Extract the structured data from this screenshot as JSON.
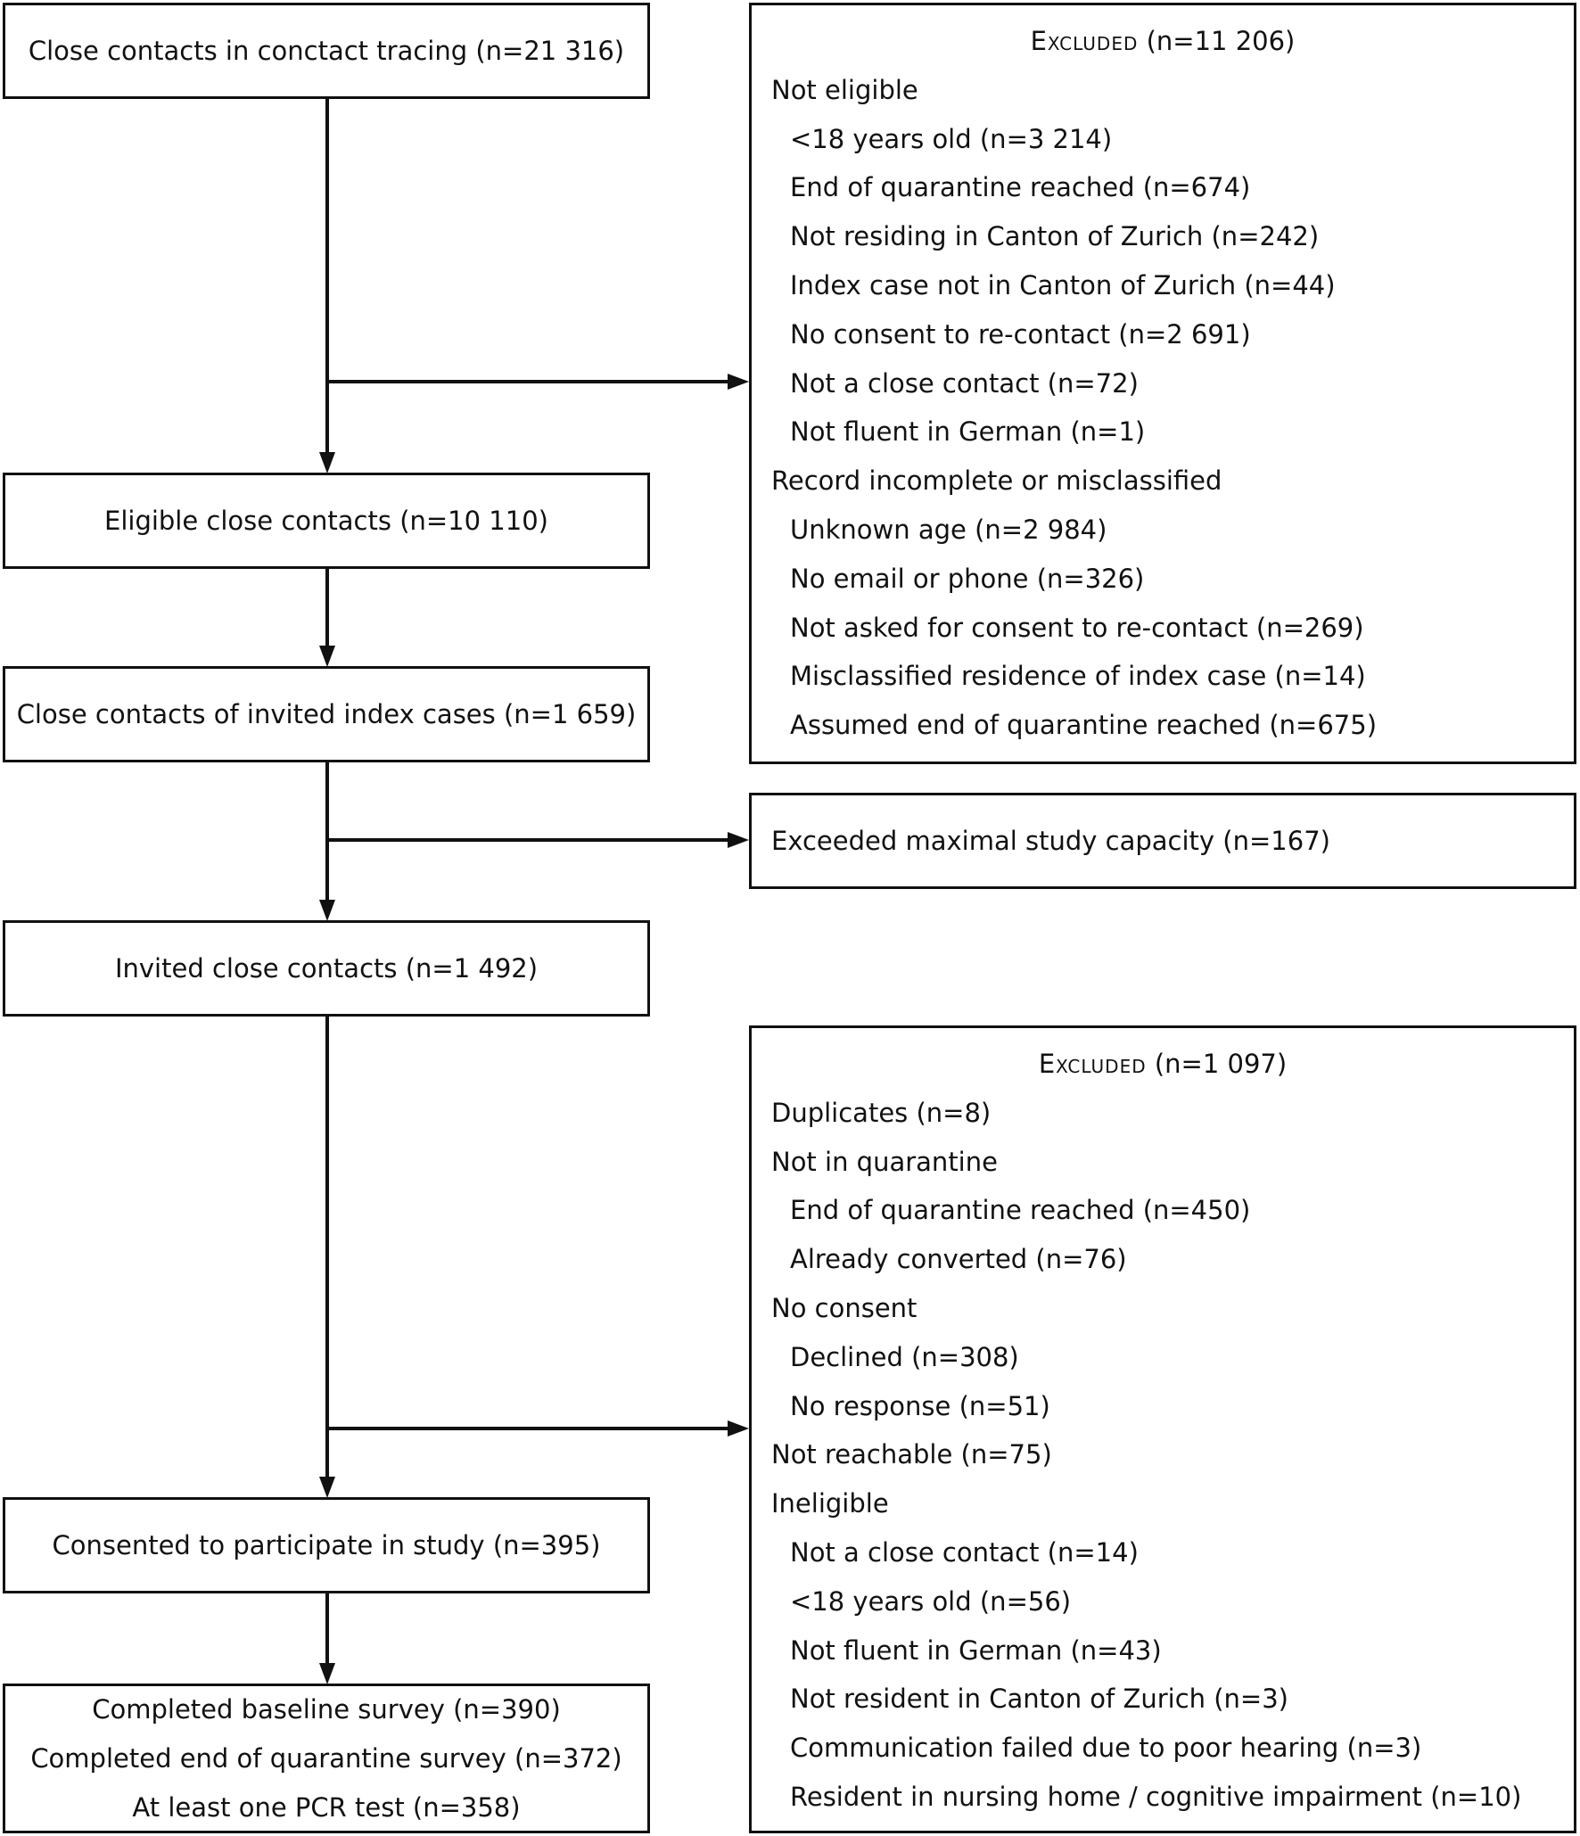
{
  "main": [
    {
      "lines": [
        "Close contacts in conctact tracing (n=21 316)"
      ]
    },
    {
      "lines": [
        "Eligible close contacts (n=10 110)"
      ]
    },
    {
      "lines": [
        "Close contacts of invited index cases (n=1 659)"
      ]
    },
    {
      "lines": [
        "Invited close contacts (n=1 492)"
      ]
    },
    {
      "lines": [
        "Consented to participate in study (n=395)"
      ]
    },
    {
      "lines": [
        "Completed baseline survey (n=390)",
        "Completed end of quarantine survey (n=372)",
        "At least one PCR test (n=358)"
      ]
    }
  ],
  "excluded1": {
    "title": "Excluded",
    "count": "(n=11 206)",
    "rows": [
      {
        "text": "Not eligible",
        "sub": false
      },
      {
        "text": "<18 years old (n=3 214)",
        "sub": true
      },
      {
        "text": "End of quarantine reached (n=674)",
        "sub": true
      },
      {
        "text": "Not residing in Canton of Zurich (n=242)",
        "sub": true
      },
      {
        "text": "Index case not in Canton of Zurich (n=44)",
        "sub": true
      },
      {
        "text": "No consent to re-contact (n=2 691)",
        "sub": true
      },
      {
        "text": "Not a close contact (n=72)",
        "sub": true
      },
      {
        "text": "Not fluent in German (n=1)",
        "sub": true
      },
      {
        "text": "Record incomplete or misclassified",
        "sub": false
      },
      {
        "text": "Unknown age (n=2 984)",
        "sub": true
      },
      {
        "text": "No email or phone (n=326)",
        "sub": true
      },
      {
        "text": "Not asked for consent to re-contact (n=269)",
        "sub": true
      },
      {
        "text": "Misclassified residence of index case (n=14)",
        "sub": true
      },
      {
        "text": "Assumed end of quarantine reached (n=675)",
        "sub": true
      }
    ]
  },
  "capacity": {
    "text": "Exceeded maximal study capacity (n=167)"
  },
  "excluded2": {
    "title": "Excluded",
    "count": "(n=1 097)",
    "rows": [
      {
        "text": "Duplicates (n=8)",
        "sub": false
      },
      {
        "text": "Not in quarantine",
        "sub": false
      },
      {
        "text": "End of quarantine reached (n=450)",
        "sub": true
      },
      {
        "text": "Already converted (n=76)",
        "sub": true
      },
      {
        "text": "No consent",
        "sub": false
      },
      {
        "text": "Declined (n=308)",
        "sub": true
      },
      {
        "text": "No response (n=51)",
        "sub": true
      },
      {
        "text": "Not reachable (n=75)",
        "sub": false
      },
      {
        "text": "Ineligible",
        "sub": false
      },
      {
        "text": "Not a close contact (n=14)",
        "sub": true
      },
      {
        "text": "<18 years old (n=56)",
        "sub": true
      },
      {
        "text": "Not fluent in German (n=43)",
        "sub": true
      },
      {
        "text": "Not resident in Canton of Zurich (n=3)",
        "sub": true
      },
      {
        "text": "Communication failed due to poor hearing (n=3)",
        "sub": true
      },
      {
        "text": "Resident in nursing home / cognitive impairment (n=10)",
        "sub": true
      }
    ]
  }
}
